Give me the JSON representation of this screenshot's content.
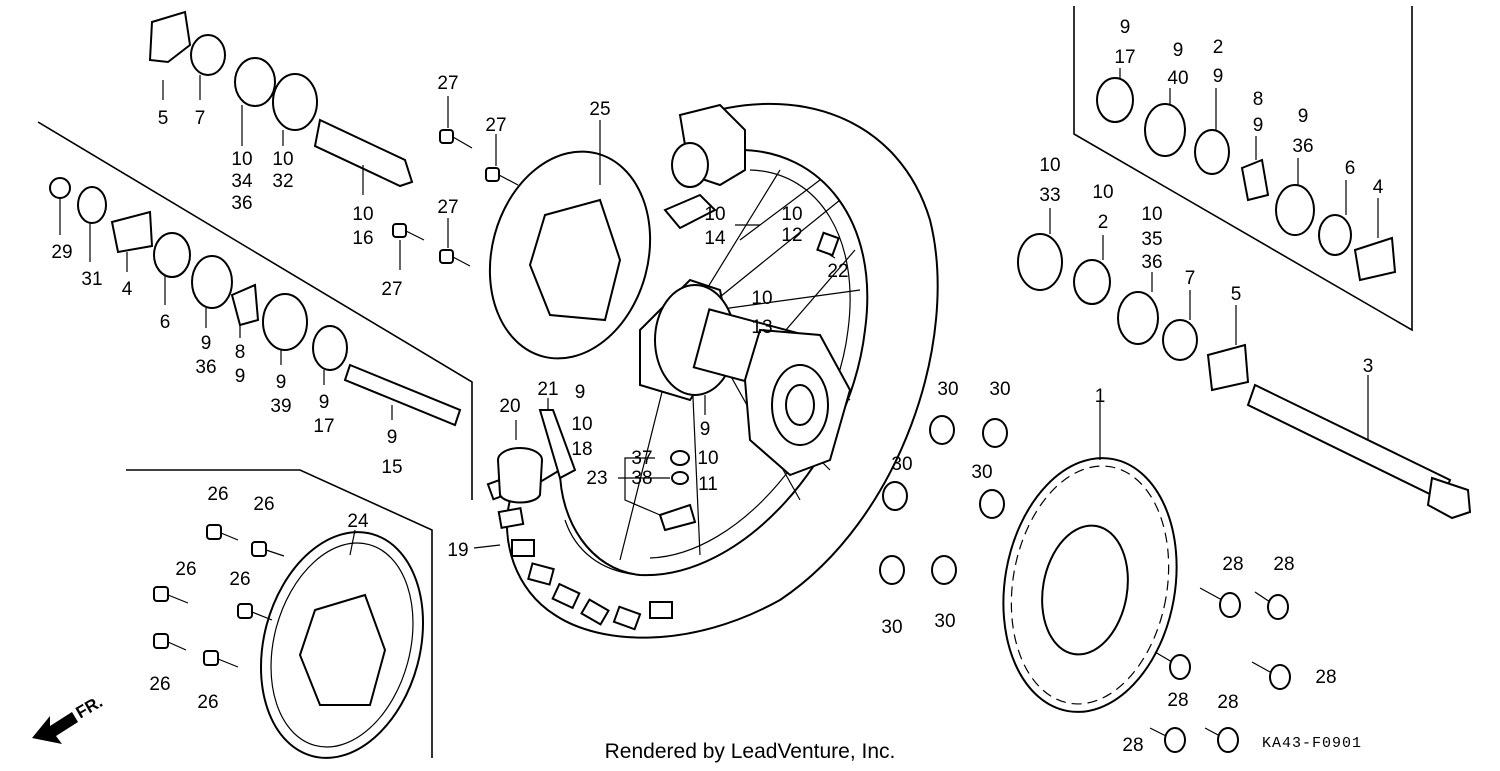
{
  "diagram_code": "KA43-F0901",
  "credit": "Rendered by LeadVenture, Inc.",
  "direction_label": "FR.",
  "labels": [
    {
      "id": "l5a",
      "text": "5"
    },
    {
      "id": "l7a",
      "text": "7"
    },
    {
      "id": "l10a",
      "text": "10"
    },
    {
      "id": "l34",
      "text": "34"
    },
    {
      "id": "l36a",
      "text": "36"
    },
    {
      "id": "l10b",
      "text": "10"
    },
    {
      "id": "l32",
      "text": "32"
    },
    {
      "id": "l10c",
      "text": "10"
    },
    {
      "id": "l16",
      "text": "16"
    },
    {
      "id": "l29",
      "text": "29"
    },
    {
      "id": "l31",
      "text": "31"
    },
    {
      "id": "l4a",
      "text": "4"
    },
    {
      "id": "l6a",
      "text": "6"
    },
    {
      "id": "l9a",
      "text": "9"
    },
    {
      "id": "l36b",
      "text": "36"
    },
    {
      "id": "l8a",
      "text": "8"
    },
    {
      "id": "l9b",
      "text": "9"
    },
    {
      "id": "l9c",
      "text": "9"
    },
    {
      "id": "l39",
      "text": "39"
    },
    {
      "id": "l9d",
      "text": "9"
    },
    {
      "id": "l17a",
      "text": "17"
    },
    {
      "id": "l9e",
      "text": "9"
    },
    {
      "id": "l15",
      "text": "15"
    },
    {
      "id": "l27a",
      "text": "27"
    },
    {
      "id": "l27b",
      "text": "27"
    },
    {
      "id": "l27c",
      "text": "27"
    },
    {
      "id": "l27d",
      "text": "27"
    },
    {
      "id": "l25",
      "text": "25"
    },
    {
      "id": "l10d",
      "text": "10"
    },
    {
      "id": "l14",
      "text": "14"
    },
    {
      "id": "l10e",
      "text": "10"
    },
    {
      "id": "l12",
      "text": "12"
    },
    {
      "id": "l22",
      "text": "22"
    },
    {
      "id": "l10f",
      "text": "10"
    },
    {
      "id": "l13",
      "text": "13"
    },
    {
      "id": "l9f",
      "text": "9"
    },
    {
      "id": "l21",
      "text": "21"
    },
    {
      "id": "l9g",
      "text": "9"
    },
    {
      "id": "l10g",
      "text": "10"
    },
    {
      "id": "l18",
      "text": "18"
    },
    {
      "id": "l20",
      "text": "20"
    },
    {
      "id": "l37",
      "text": "37"
    },
    {
      "id": "l10h",
      "text": "10"
    },
    {
      "id": "l23",
      "text": "23"
    },
    {
      "id": "l38",
      "text": "38"
    },
    {
      "id": "l11",
      "text": "11"
    },
    {
      "id": "l19",
      "text": "19"
    },
    {
      "id": "l24",
      "text": "24"
    },
    {
      "id": "l26a",
      "text": "26"
    },
    {
      "id": "l26b",
      "text": "26"
    },
    {
      "id": "l26c",
      "text": "26"
    },
    {
      "id": "l26d",
      "text": "26"
    },
    {
      "id": "l26e",
      "text": "26"
    },
    {
      "id": "l26f",
      "text": "26"
    },
    {
      "id": "l30a",
      "text": "30"
    },
    {
      "id": "l30b",
      "text": "30"
    },
    {
      "id": "l30c",
      "text": "30"
    },
    {
      "id": "l30d",
      "text": "30"
    },
    {
      "id": "l30e",
      "text": "30"
    },
    {
      "id": "l30f",
      "text": "30"
    },
    {
      "id": "l1",
      "text": "1"
    },
    {
      "id": "l3",
      "text": "3"
    },
    {
      "id": "l28a",
      "text": "28"
    },
    {
      "id": "l28b",
      "text": "28"
    },
    {
      "id": "l28c",
      "text": "28"
    },
    {
      "id": "l28d",
      "text": "28"
    },
    {
      "id": "l28e",
      "text": "28"
    },
    {
      "id": "l28f",
      "text": "28"
    },
    {
      "id": "l9h",
      "text": "9"
    },
    {
      "id": "l17b",
      "text": "17"
    },
    {
      "id": "l9i",
      "text": "9"
    },
    {
      "id": "l40",
      "text": "40"
    },
    {
      "id": "l2a",
      "text": "2"
    },
    {
      "id": "l9j",
      "text": "9"
    },
    {
      "id": "l8b",
      "text": "8"
    },
    {
      "id": "l9k",
      "text": "9"
    },
    {
      "id": "l9l",
      "text": "9"
    },
    {
      "id": "l36c",
      "text": "36"
    },
    {
      "id": "l6b",
      "text": "6"
    },
    {
      "id": "l4b",
      "text": "4"
    },
    {
      "id": "l10i",
      "text": "10"
    },
    {
      "id": "l33",
      "text": "33"
    },
    {
      "id": "l10j",
      "text": "10"
    },
    {
      "id": "l2b",
      "text": "2"
    },
    {
      "id": "l10k",
      "text": "10"
    },
    {
      "id": "l35",
      "text": "35"
    },
    {
      "id": "l36d",
      "text": "36"
    },
    {
      "id": "l7b",
      "text": "7"
    },
    {
      "id": "l5b",
      "text": "5"
    }
  ]
}
